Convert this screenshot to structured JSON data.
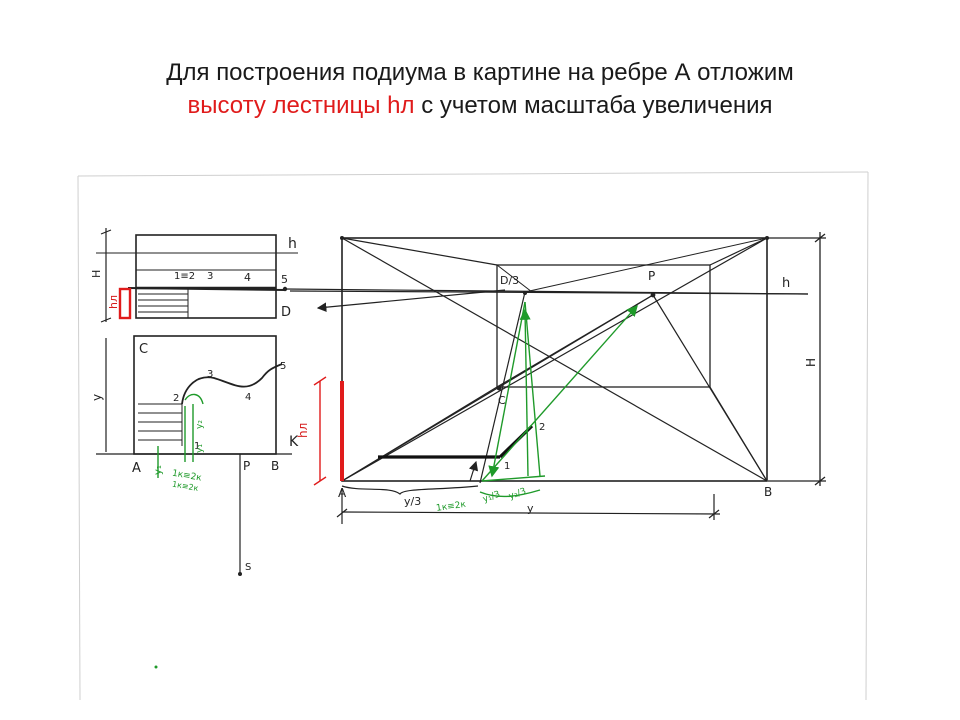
{
  "title": {
    "line1": "Для построения подиума в картине на ребре А отложим",
    "line2_red": "высоту лестницы hл",
    "line2_rest": " с учетом масштаба увеличения"
  },
  "colors": {
    "ink": "#222222",
    "accent_red": "#e01b1b",
    "construction_green": "#1f9a2a"
  },
  "labels": {
    "plan": {
      "h": "h",
      "H": "H",
      "hl": "hл",
      "step12": "1≡2",
      "step3": "3",
      "step4": "4",
      "pt5_top": "5",
      "D": "D",
      "C": "C",
      "y": "y",
      "pt2": "2",
      "pt3": "3",
      "pt4": "4",
      "pt5": "5",
      "pt1": "1",
      "K": "K",
      "A": "A",
      "P": "P",
      "B": "B",
      "S": "S",
      "y1": "y₁",
      "y2": "y₂",
      "y3": "y₁",
      "scale": "1к≡2к",
      "scale2": "1к≡2к"
    },
    "persp": {
      "D3": "D/3",
      "P": "P",
      "h": "h",
      "H": "H",
      "C": "C",
      "hl": "hл",
      "A": "A",
      "B": "B",
      "pt1": "1",
      "pt2": "2",
      "y3": "y/3",
      "scale": "1к≡2к",
      "y13": "y₁/3",
      "y23": "y₂/3",
      "y": "y"
    }
  }
}
